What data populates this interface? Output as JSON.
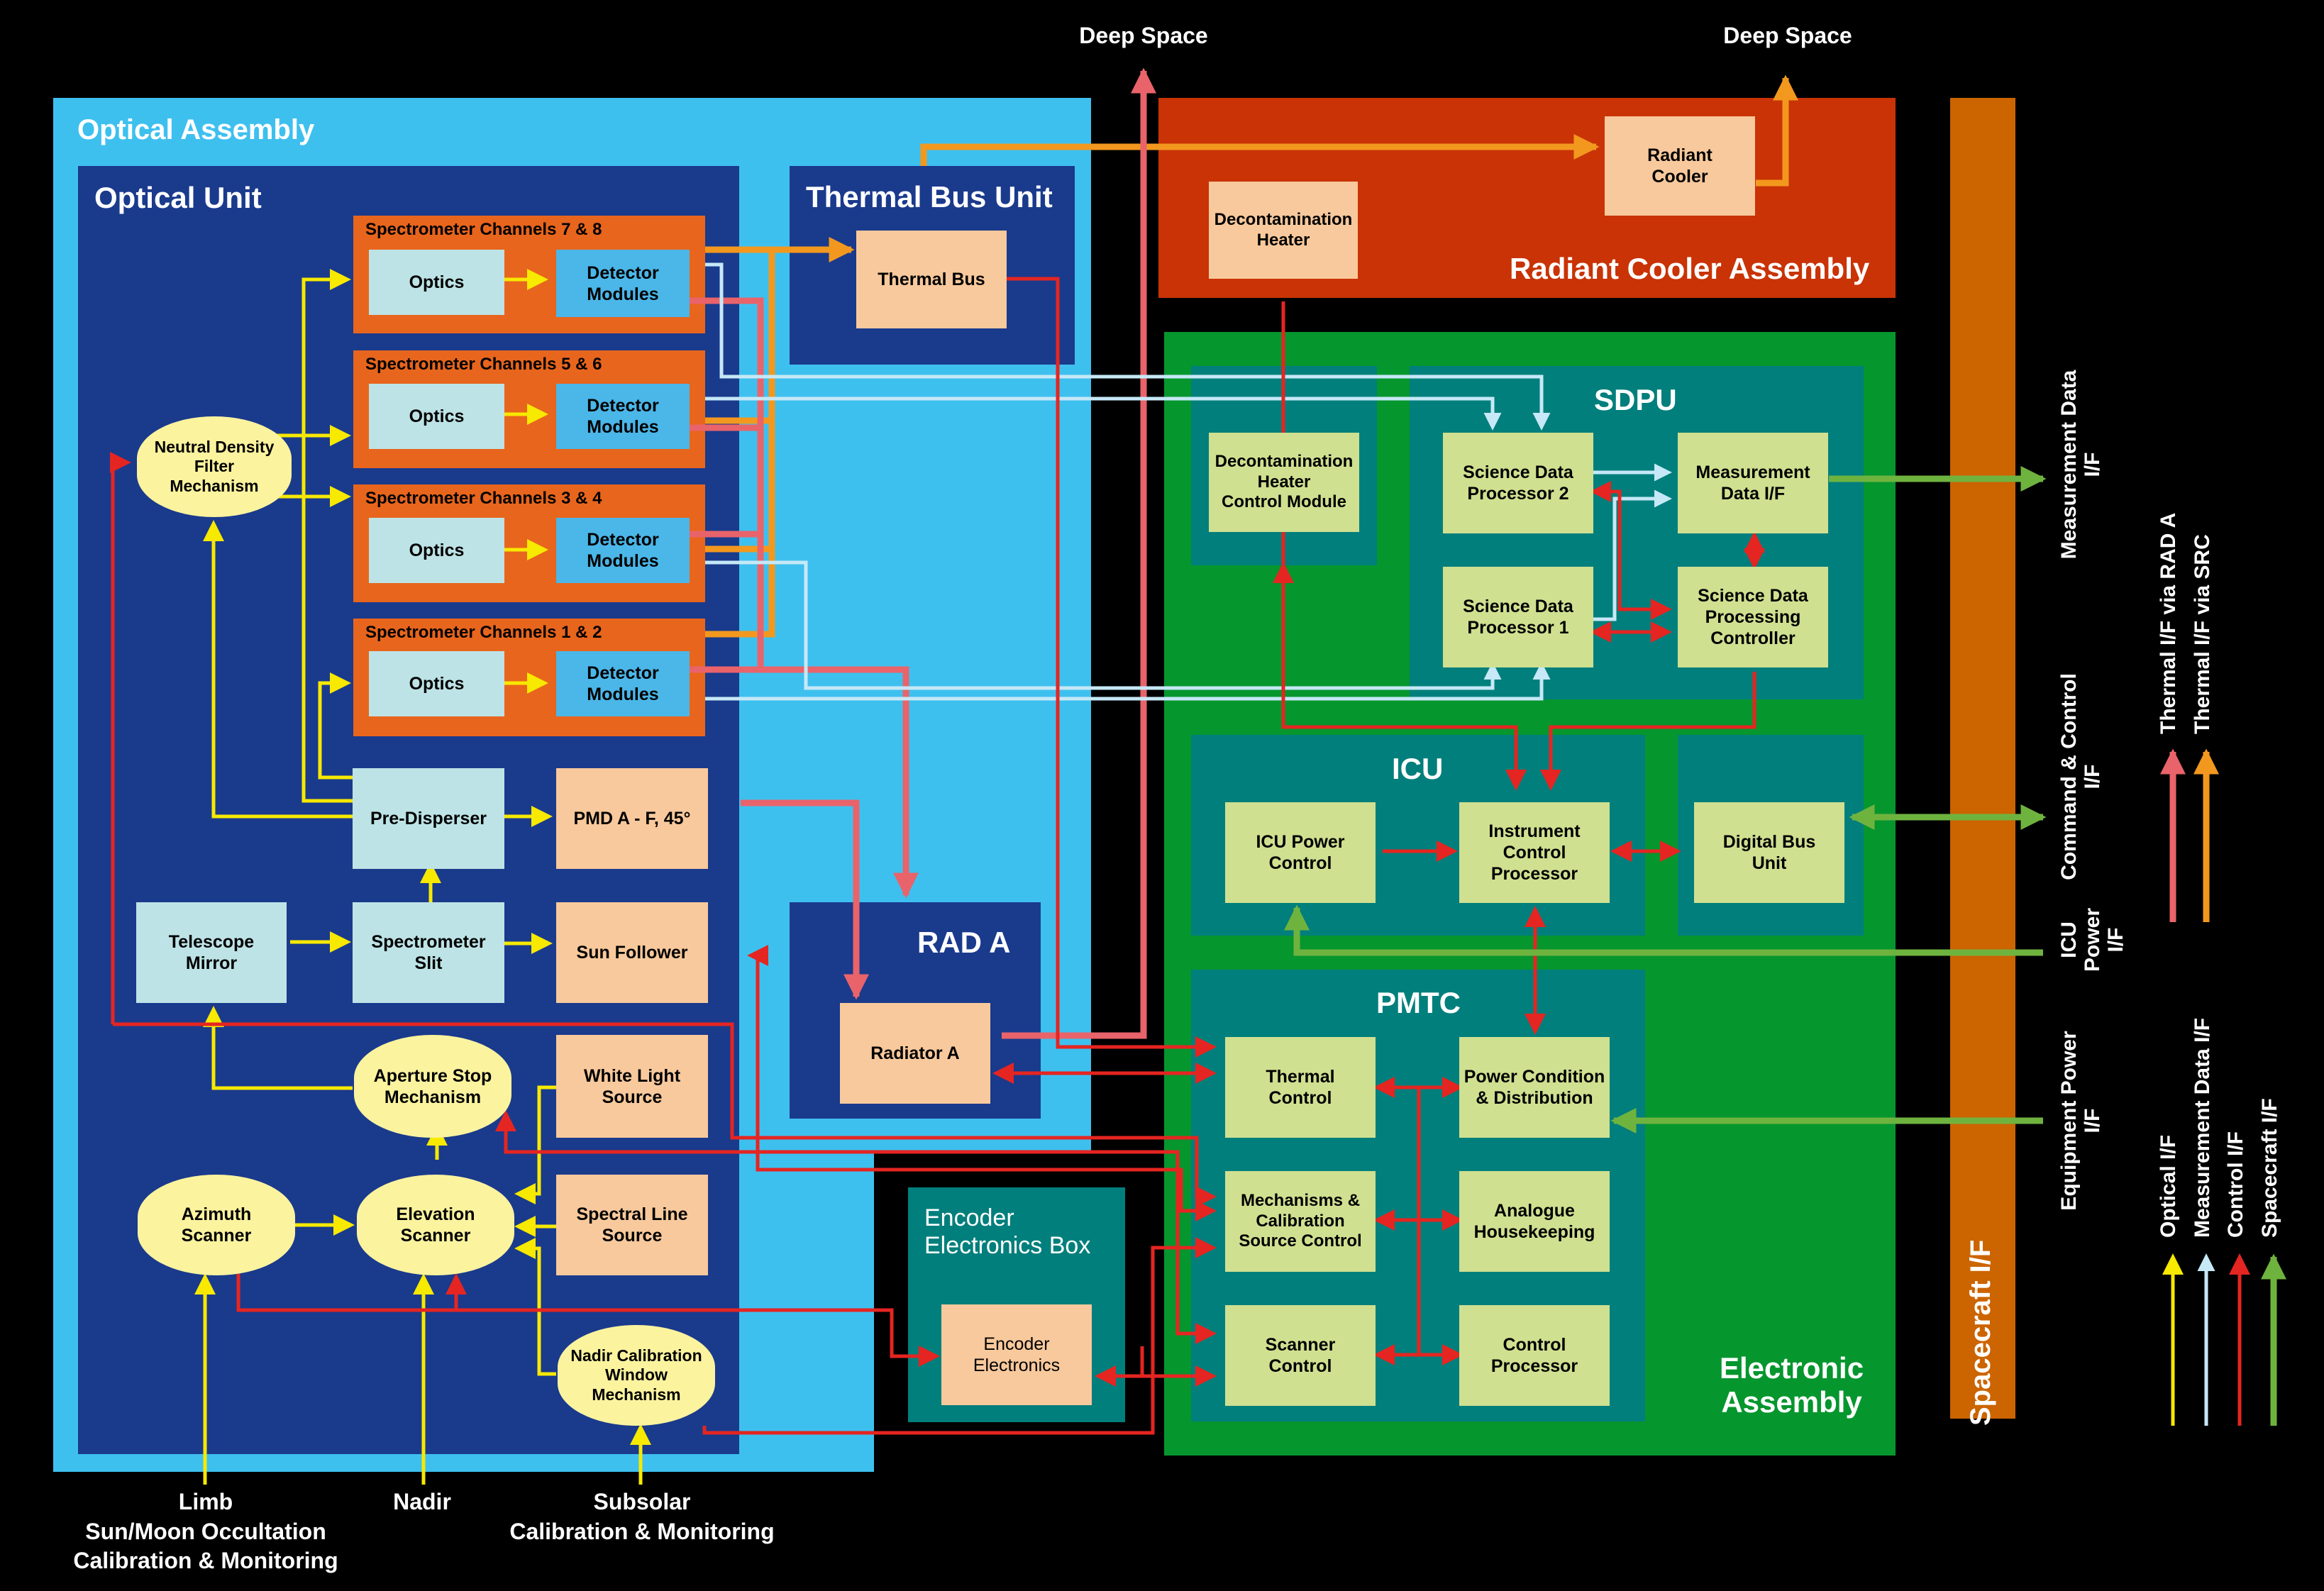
{
  "colors": {
    "background": "#000000",
    "optical_assembly": "#3ec0ef",
    "optical_unit": "#1a3a8c",
    "spectrometer_channel": "#e8651d",
    "optics": "#bde3e6",
    "detector_modules": "#4bb6e8",
    "peach_box": "#f8c99c",
    "mechanism": "#fbf39e",
    "radiant_cooler_assembly": "#c93306",
    "electronic_assembly": "#06962e",
    "electronic_subunit": "#017f7c",
    "electronic_box": "#cfe090",
    "spacecraft_if": "#cc6400",
    "optical_if": "#f7e900",
    "measurement_data_if": "#c6e8f7",
    "control_if": "#e52521",
    "spacecraft_if_line": "#6fb33f",
    "thermal_rad_a": "#e9636a",
    "thermal_src": "#f3981e"
  },
  "top_labels": {
    "deep_space_1": "Deep Space",
    "deep_space_2": "Deep Space"
  },
  "optical_assembly": {
    "title": "Optical Assembly",
    "optical_unit": {
      "title": "Optical Unit",
      "channels": [
        {
          "title": "Spectrometer Channels 7 & 8",
          "optics": "Optics",
          "detector": "Detector\nModules"
        },
        {
          "title": "Spectrometer Channels 5 & 6",
          "optics": "Optics",
          "detector": "Detector\nModules"
        },
        {
          "title": "Spectrometer Channels 3 & 4",
          "optics": "Optics",
          "detector": "Detector\nModules"
        },
        {
          "title": "Spectrometer Channels 1 & 2",
          "optics": "Optics",
          "detector": "Detector\nModules"
        }
      ],
      "neutral_density_filter": "Neutral Density\nFilter\nMechanism",
      "pre_disperser": "Pre-Disperser",
      "pmd": "PMD A - F, 45°",
      "telescope_mirror": "Telescope\nMirror",
      "spectrometer_slit": "Spectrometer\nSlit",
      "sun_follower": "Sun Follower",
      "aperture_stop": "Aperture Stop\nMechanism",
      "white_light_source": "White Light\nSource",
      "azimuth_scanner": "Azimuth\nScanner",
      "elevation_scanner": "Elevation\nScanner",
      "spectral_line_source": "Spectral Line\nSource",
      "nadir_calibration": "Nadir Calibration\nWindow\nMechanism"
    },
    "thermal_bus_unit": {
      "title": "Thermal Bus Unit",
      "thermal_bus": "Thermal Bus"
    },
    "rad_a": {
      "title": "RAD A",
      "radiator": "Radiator A"
    }
  },
  "bottom_labels": {
    "limb": "Limb\nSun/Moon Occultation\nCalibration & Monitoring",
    "nadir": "Nadir",
    "subsolar": "Subsolar\nCalibration & Monitoring"
  },
  "encoder_box": {
    "title": "Encoder\nElectronics Box",
    "encoder_electronics": "Encoder\nElectronics"
  },
  "radiant_cooler_assembly": {
    "title": "Radiant Cooler Assembly",
    "decontamination_heater": "Decontamination\nHeater",
    "radiant_cooler": "Radiant\nCooler"
  },
  "electronic_assembly": {
    "title": "Electronic\nAssembly",
    "decon_control": "Decontamination\nHeater\nControl Module",
    "sdpu": {
      "title": "SDPU",
      "sdp2": "Science Data\nProcessor 2",
      "sdp1": "Science Data\nProcessor 1",
      "measurement_data_if": "Measurement\nData I/F",
      "sdpc": "Science Data\nProcessing\nController"
    },
    "icu": {
      "title": "ICU",
      "icu_power_control": "ICU Power\nControl",
      "instrument_control_processor": "Instrument\nControl\nProcessor"
    },
    "digital_bus_unit": "Digital Bus\nUnit",
    "pmtc": {
      "title": "PMTC",
      "thermal_control": "Thermal\nControl",
      "power_condition": "Power Condition\n& Distribution",
      "mechanisms_control": "Mechanisms &\nCalibration\nSource Control",
      "analogue_housekeeping": "Analogue\nHousekeeping",
      "scanner_control": "Scanner\nControl",
      "control_processor": "Control\nProcessor"
    }
  },
  "spacecraft_if": {
    "title": "Spacecraft I/F"
  },
  "interfaces": {
    "measurement_data": "Measurement Data\nI/F",
    "command_control": "Command & Control\nI/F",
    "icu_power": "ICU Power\nI/F",
    "equipment_power": "Equipment Power\nI/F"
  },
  "legend": [
    {
      "label": "Thermal I/F via RAD A",
      "color": "#e9636a"
    },
    {
      "label": "Thermal I/F via SRC",
      "color": "#f3981e"
    },
    {
      "label": "Optical I/F",
      "color": "#f7e900"
    },
    {
      "label": "Measurement Data I/F",
      "color": "#c6e8f7"
    },
    {
      "label": "Control I/F",
      "color": "#e52521"
    },
    {
      "label": "Spacecraft I/F",
      "color": "#6fb33f"
    }
  ]
}
